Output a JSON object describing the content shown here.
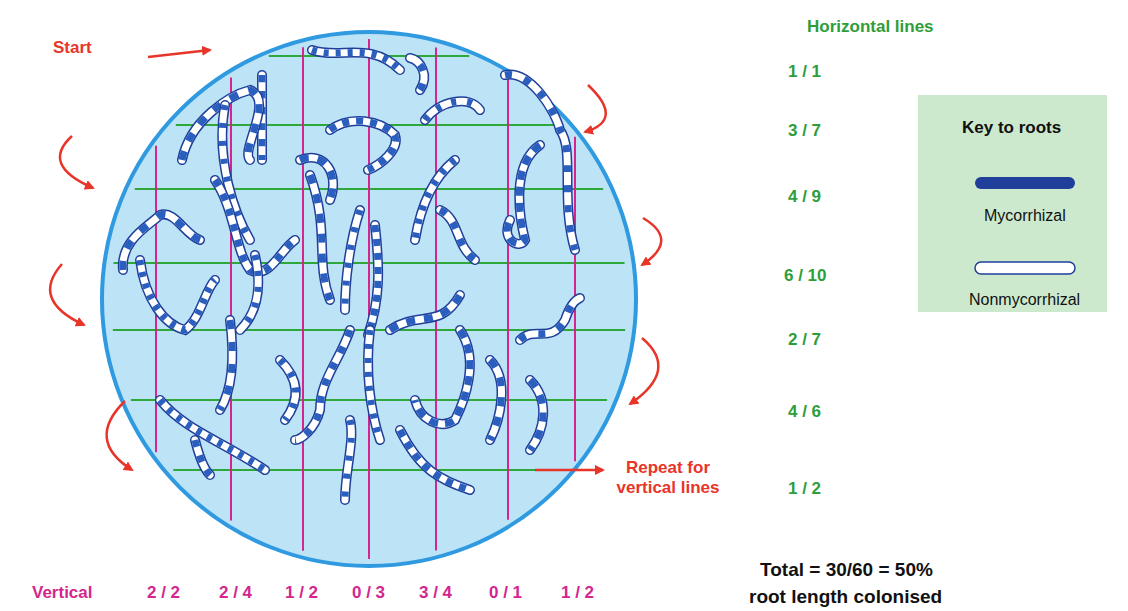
{
  "diagram": {
    "labels": [
      "Start",
      "Horizontal lines",
      "1 / 1",
      "3 / 7",
      "4 / 9",
      "6 / 10",
      "2 / 7",
      "4 / 6",
      "1 / 2",
      "Key to roots",
      "Repeat for vertical lines",
      "Vertical",
      "2 / 2",
      "2 / 4",
      "1 / 2",
      "0 / 3",
      "3 / 4",
      "0 / 1",
      "1 / 2",
      "Total = 30/60 = 50%",
      "root length colonised"
    ],
    "legend": [
      {
        "text": "Mycorrhizal",
        "color": "#1f3f9a"
      },
      {
        "text": "Nonmycorrhizal"
      }
    ]
  }
}
